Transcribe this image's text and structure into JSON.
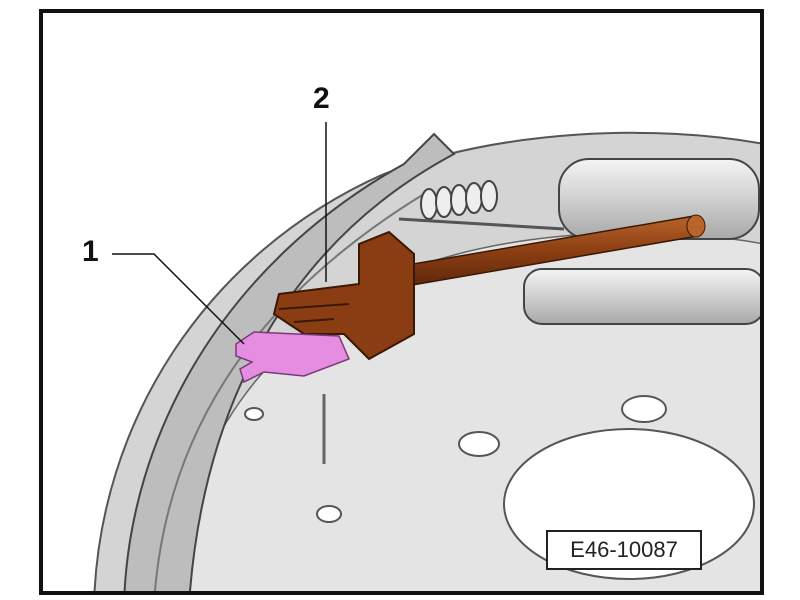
{
  "figure": {
    "reference_code": "E46-10087",
    "callouts": [
      {
        "number": "1",
        "part": "clip"
      },
      {
        "number": "2",
        "part": "tool"
      }
    ],
    "colors": {
      "tool": "#8a3d12",
      "clip": "#e58de0",
      "plate": "#d9d9d9",
      "frame": "#111111"
    }
  }
}
